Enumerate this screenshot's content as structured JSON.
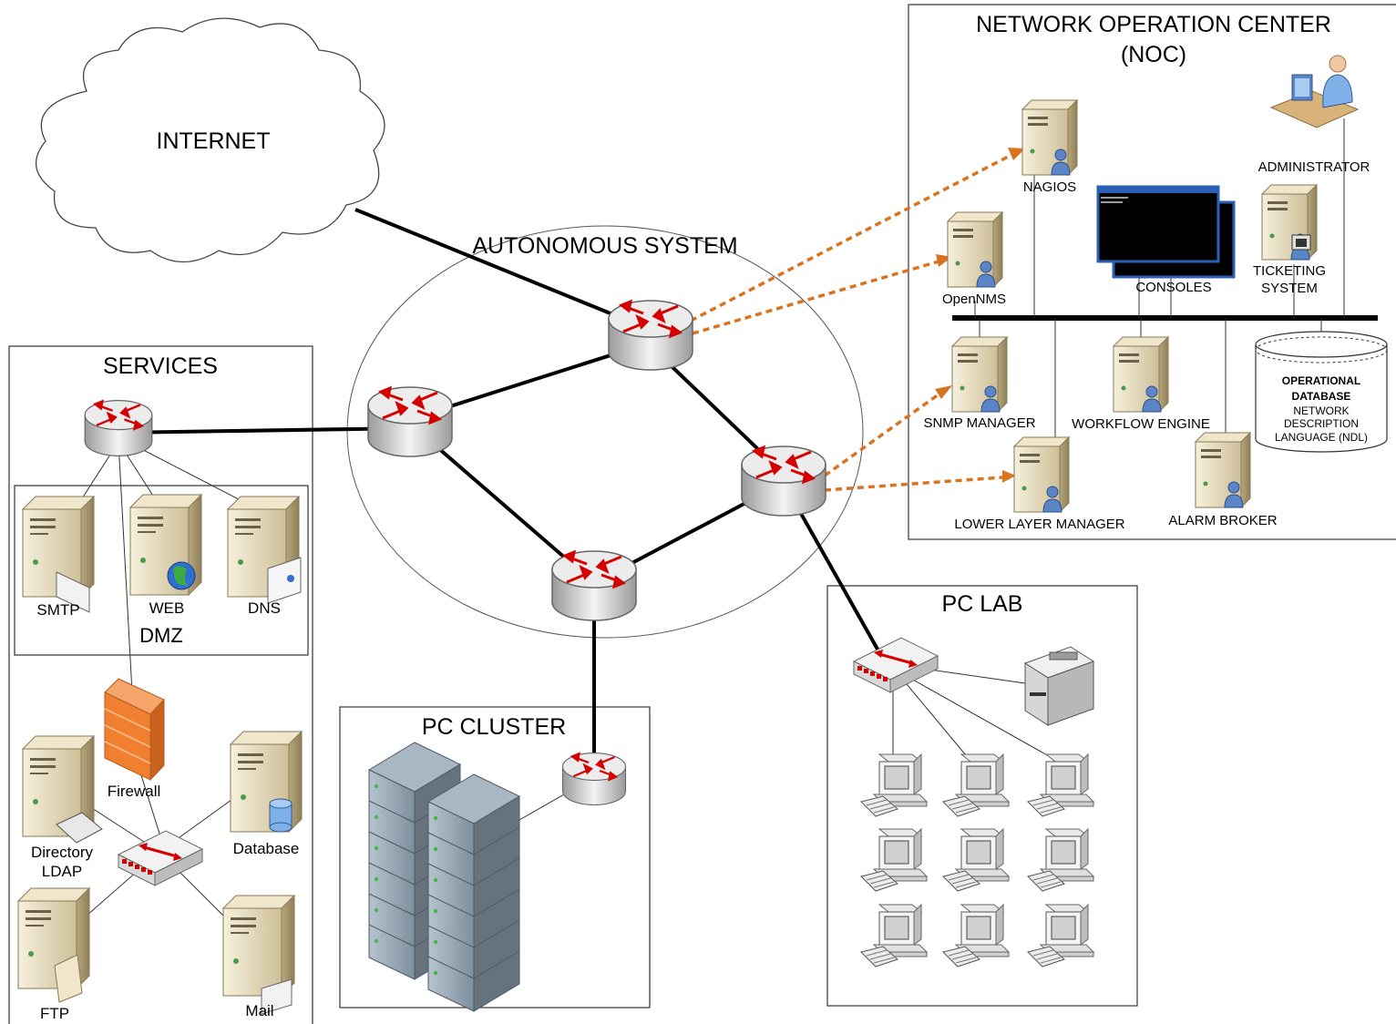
{
  "labels": {
    "internet": "INTERNET",
    "autonomous_system": "AUTONOMOUS SYSTEM",
    "services": "SERVICES",
    "dmz": "DMZ",
    "smtp": "SMTP",
    "web": "WEB",
    "dns": "DNS",
    "firewall": "Firewall",
    "directory": "Directory",
    "ldap": "LDAP",
    "database": "Database",
    "ftp": "FTP",
    "mail": "Mail",
    "pc_cluster": "PC CLUSTER",
    "pc_lab": "PC LAB",
    "noc_line1": "NETWORK OPERATION CENTER",
    "noc_line2": "(NOC)",
    "nagios": "NAGIOS",
    "opennms": "OpenNMS",
    "consoles": "CONSOLES",
    "administrator": "ADMINISTRATOR",
    "ticketing_line1": "TICKETING",
    "ticketing_line2": "SYSTEM",
    "snmp_manager": "SNMP MANAGER",
    "workflow_engine": "WORKFLOW ENGINE",
    "lower_layer_manager": "LOWER LAYER MANAGER",
    "alarm_broker": "ALARM BROKER",
    "opdb_line1": "OPERATIONAL",
    "opdb_line2": "DATABASE",
    "opdb_line3": "NETWORK",
    "opdb_line4": "DESCRIPTION",
    "opdb_line5": "LANGUAGE (NDL)"
  },
  "colors": {
    "router_arrow": "#d40000",
    "dashed_link": "#d8731f",
    "server_body": "#e6dcc0",
    "firewall": "#f08030",
    "rack": "#8fa0ae"
  }
}
